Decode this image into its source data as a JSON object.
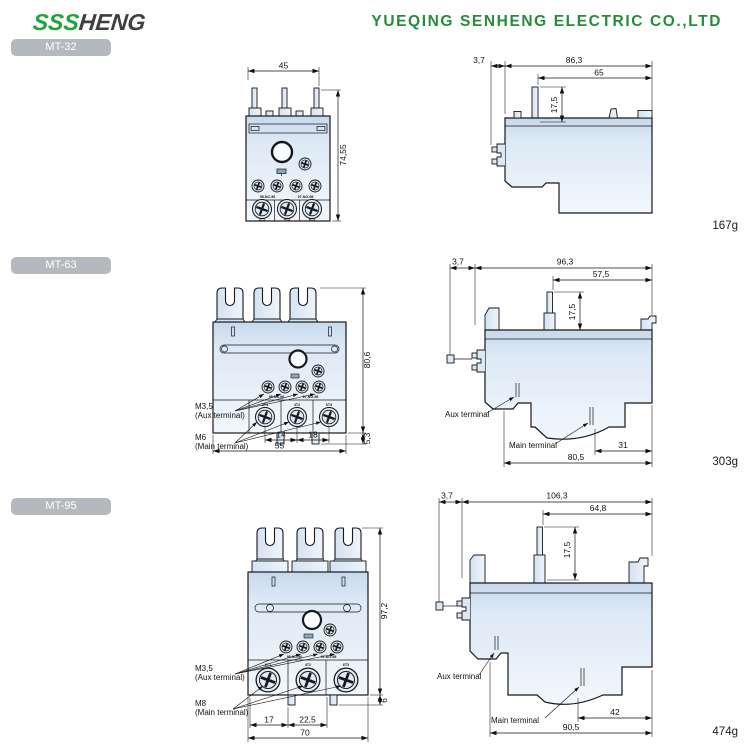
{
  "header": {
    "logo": {
      "green_part": "SSS",
      "dark_part": "HENG"
    },
    "company_name": "YUEQING SENHENG ELECTRIC CO.,LTD"
  },
  "colors": {
    "brand_green": "#26A23C",
    "logo_dark": "#3F3F41",
    "badge_gray": "#B5B9BD",
    "drawing_fill": "#DCE8F5",
    "outline": "#1A1A1A"
  },
  "sections": [
    {
      "model": "MT-32",
      "weight": "167g",
      "front": {
        "dim_width": "45",
        "dim_height": "74,55",
        "aux_terminals": [
          "95-NC-96",
          "97-NO-98"
        ],
        "main_terminals": [
          "2T1",
          "4T2",
          "6T3"
        ]
      },
      "side": {
        "dim_din_offset": "3,7",
        "dim_total_depth": "86,3",
        "dim_upper_depth": "65",
        "dim_pin_height": "17,5"
      }
    },
    {
      "model": "MT-63",
      "weight": "303g",
      "front": {
        "dim_height": "80,6",
        "dim_foot": "5,3",
        "dim_pitch_left": "14",
        "dim_pitch_right": "18",
        "dim_width": "55",
        "aux_screw": "M3,5",
        "aux_screw_note": "(Aux terminal)",
        "main_screw": "M6",
        "main_screw_note": "(Main terminal)",
        "aux_terminals": [
          "95-NC-96",
          "97-NO-98"
        ],
        "main_terminals": [
          "2T1",
          "4T2",
          "6T3"
        ]
      },
      "side": {
        "dim_din_offset": "3,7",
        "dim_total_depth": "96,3",
        "dim_upper_depth": "57,5",
        "dim_pin_height": "17,5",
        "dim_main_inset": "31",
        "dim_lower_depth": "80,5",
        "aux_label": "Aux terminal",
        "main_label": "Main terminal"
      }
    },
    {
      "model": "MT-95",
      "weight": "474g",
      "front": {
        "dim_height": "97,2",
        "dim_foot": "6",
        "dim_pitch_left": "17",
        "dim_pitch_right": "22,5",
        "dim_width": "70",
        "aux_screw": "M3,5",
        "aux_screw_note": "(Aux terminal)",
        "main_screw": "M8",
        "main_screw_note": "(Main terminal)",
        "aux_terminals": [
          "95-NC-96",
          "97-NO-98"
        ],
        "main_terminals": [
          "2T1",
          "4T2",
          "6T3"
        ]
      },
      "side": {
        "dim_din_offset": "3,7",
        "dim_total_depth": "106,3",
        "dim_upper_depth": "64,8",
        "dim_pin_height": "17,5",
        "dim_main_inset": "42",
        "dim_lower_depth": "90,5",
        "aux_label": "Aux terminal",
        "main_label": "Main terminal"
      }
    }
  ]
}
